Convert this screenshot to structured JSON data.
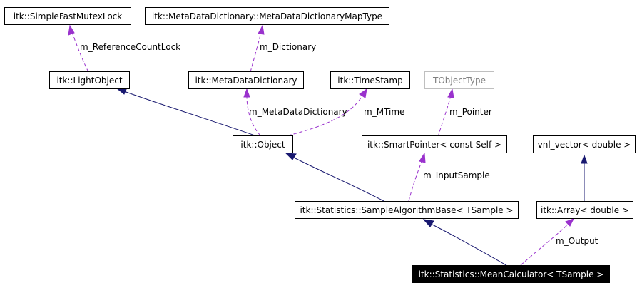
{
  "nodes": {
    "simple_fast_mutex_lock": "itk::SimpleFastMutexLock",
    "meta_data_dictionary_map_type": "itk::MetaDataDictionary::MetaDataDictionaryMapType",
    "light_object": "itk::LightObject",
    "meta_data_dictionary": "itk::MetaDataDictionary",
    "time_stamp": "itk::TimeStamp",
    "tobject_type": "TObjectType",
    "object": "itk::Object",
    "smart_pointer": "itk::SmartPointer< const Self >",
    "vnl_vector": "vnl_vector< double >",
    "sample_algorithm_base": "itk::Statistics::SampleAlgorithmBase< TSample >",
    "array_double": "itk::Array< double >",
    "mean_calculator": "itk::Statistics::MeanCalculator< TSample >"
  },
  "edge_labels": {
    "reference_count_lock": "m_ReferenceCountLock",
    "dictionary": "m_Dictionary",
    "meta_data_dictionary": "m_MetaDataDictionary",
    "mtime": "m_MTime",
    "pointer": "m_Pointer",
    "input_sample": "m_InputSample",
    "output": "m_Output"
  },
  "colors": {
    "inheritance_edge": "#191970",
    "member_edge": "#9a32cd",
    "template_node_border": "#bfbfbf",
    "highlight_node_fill": "#000000"
  }
}
